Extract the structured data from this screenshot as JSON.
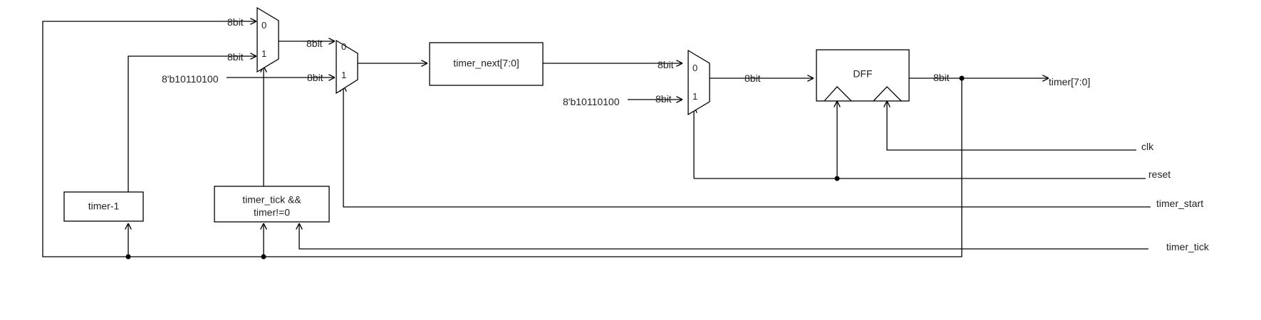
{
  "blocks": {
    "timer_next": "timer_next[7:0]",
    "dff": "DFF",
    "timer_minus_1": "timer-1",
    "tick_cond_line1": "timer_tick &&",
    "tick_cond_line2": "timer!=0"
  },
  "mux_pins": {
    "zero": "0",
    "one": "1"
  },
  "bus_width": "8bit",
  "constants": {
    "reset_value": "8'b10110100"
  },
  "ports": {
    "output": "timer[7:0]",
    "clk": "clk",
    "reset": "reset",
    "timer_start": "timer_start",
    "timer_tick": "timer_tick"
  }
}
